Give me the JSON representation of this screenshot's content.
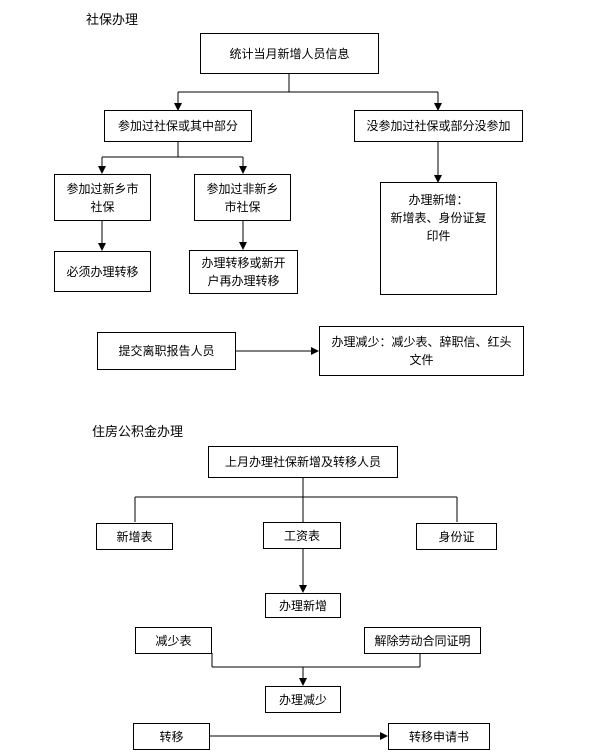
{
  "social_security": {
    "title": "社保办理",
    "top": "统计当月新增人员信息",
    "left_branch": "参加过社保或其中部分",
    "right_branch": "没参加过社保或部分没参加",
    "new_town": "参加过新乡市\n社保",
    "non_new_town": "参加过非新乡\n市社保",
    "must_transfer": "必须办理转移",
    "transfer_or_open": "办理转移或新开\n户再办理转移",
    "new_handle": "办理新增：\n新增表、身份证复\n印件",
    "resign_submit": "提交离职报告人员",
    "reduce": "办理减少：减少表、辞职信、红头\n文件"
  },
  "housing_fund": {
    "title": "住房公积金办理",
    "top": "上月办理社保新增及转移人员",
    "new_form": "新增表",
    "salary_form": "工资表",
    "id_card": "身份证",
    "handle_new": "办理新增",
    "reduce_form": "减少表",
    "termination": "解除劳动合同证明",
    "handle_reduce": "办理减少",
    "transfer": "转移",
    "transfer_application": "转移申请书"
  }
}
